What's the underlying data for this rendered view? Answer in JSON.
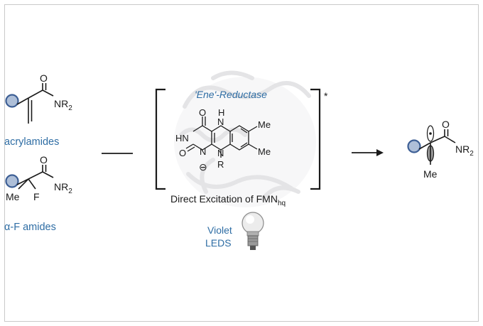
{
  "enzyme_label": "'Ene'-Reductase",
  "caption": "Direct Excitation of FMN",
  "caption_subscript": "hq",
  "light_source": {
    "line1": "Violet",
    "line2": "LEDS"
  },
  "substrate_top_label": "acrylamides",
  "substrate_bottom_label": "α-F amides",
  "atoms": {
    "o": "O",
    "nr2": "NR",
    "sub2": "2",
    "me": "Me",
    "f": "F",
    "hn": "HN",
    "h": "H",
    "n": "N",
    "r": "R",
    "ominus": "⊖",
    "star": "*"
  },
  "colors": {
    "accent_blue": "#2e6da4",
    "marker_fill": "#aebfd8",
    "marker_stroke": "#3d5f95"
  }
}
